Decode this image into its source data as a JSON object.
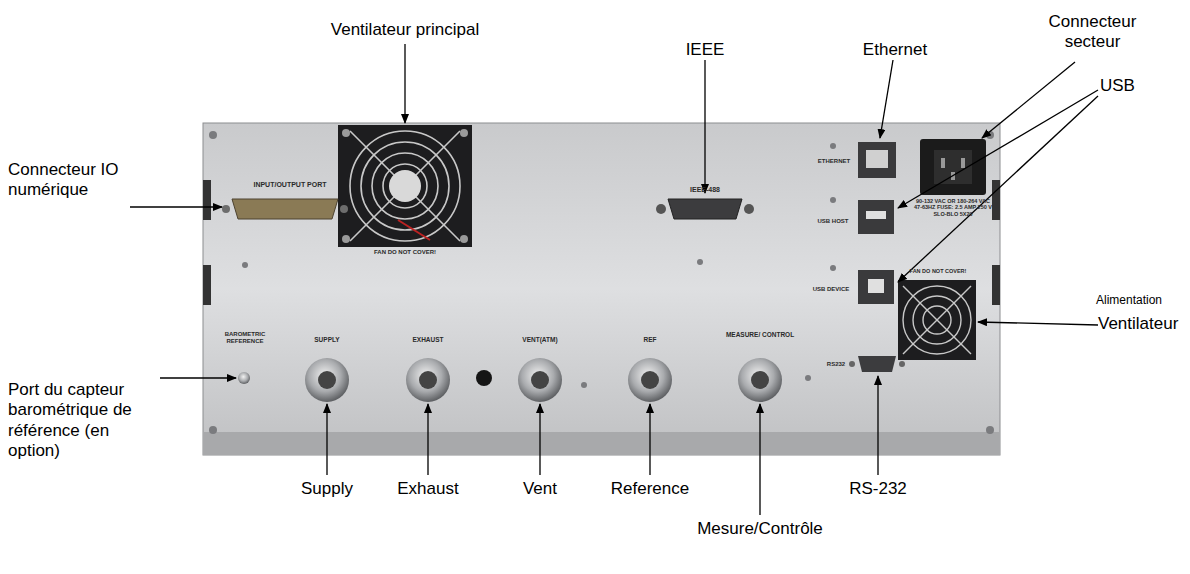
{
  "diagram": {
    "labels": [
      "Ventilateur principal",
      "IEEE",
      "Ethernet",
      "Connecteur secteur",
      "Connecteur IO numérique",
      "USB",
      "Alimentation",
      "Ventilateur",
      "Port du capteur barométrique de référence (en option)",
      "Supply",
      "Exhaust",
      "Vent",
      "Reference",
      "RS-232",
      "Mesure/Contrôle",
      "INPUT/OUTPUT PORT",
      "FAN DO NOT COVER!",
      "IEEE-488",
      "ETHERNET",
      "90-132 VAC OR 180-264 VAC 47-63HZ FUSE: 2.5 AMP 250 V SLO-BLO 5X20",
      "USB HOST",
      "USB DEVICE",
      "FAN DO NOT COVER!",
      "RS232",
      "BAROMETRIC REFERENCE",
      "SUPPLY",
      "EXHAUST",
      "VENT(ATM)",
      "REF",
      "MEASURE/ CONTROL"
    ]
  }
}
